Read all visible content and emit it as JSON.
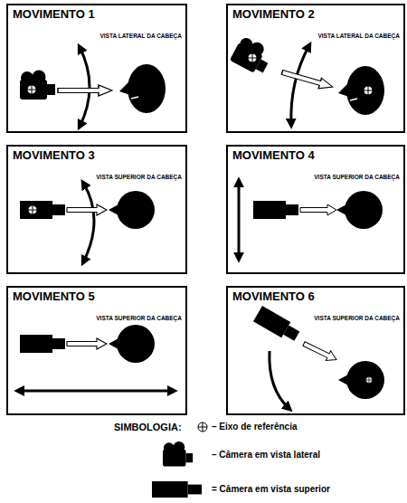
{
  "diagram": {
    "nodes": [
      {
        "text": [
          "MOVIMENTO 1",
          "VISTA LATERAL DA CABEÇA"
        ]
      },
      {
        "text": [
          "MOVIMENTO 2",
          "VISTA LATERAL DA CABEÇA"
        ]
      },
      {
        "text": [
          "MOVIMENTO 3",
          "VISTA SUPERIOR DA CABEÇA"
        ]
      },
      {
        "text": [
          "MOVIMENTO 4",
          "VISTA SUPERIOR DA CABEÇA"
        ]
      },
      {
        "text": [
          "MOVIMENTO 5",
          "VISTA SUPERIOR DA CABEÇA"
        ]
      },
      {
        "text": [
          "MOVIMENTO 6",
          "VISTA SUPERIOR DA CABEÇA"
        ]
      }
    ],
    "labels": [
      "SIMBOLOGIA:"
    ],
    "legend": [
      {
        "text": "– Eixo de referência"
      },
      {
        "text": "– Câmera em vista lateral"
      },
      {
        "text": "= Câmera em vista superior"
      }
    ]
  }
}
